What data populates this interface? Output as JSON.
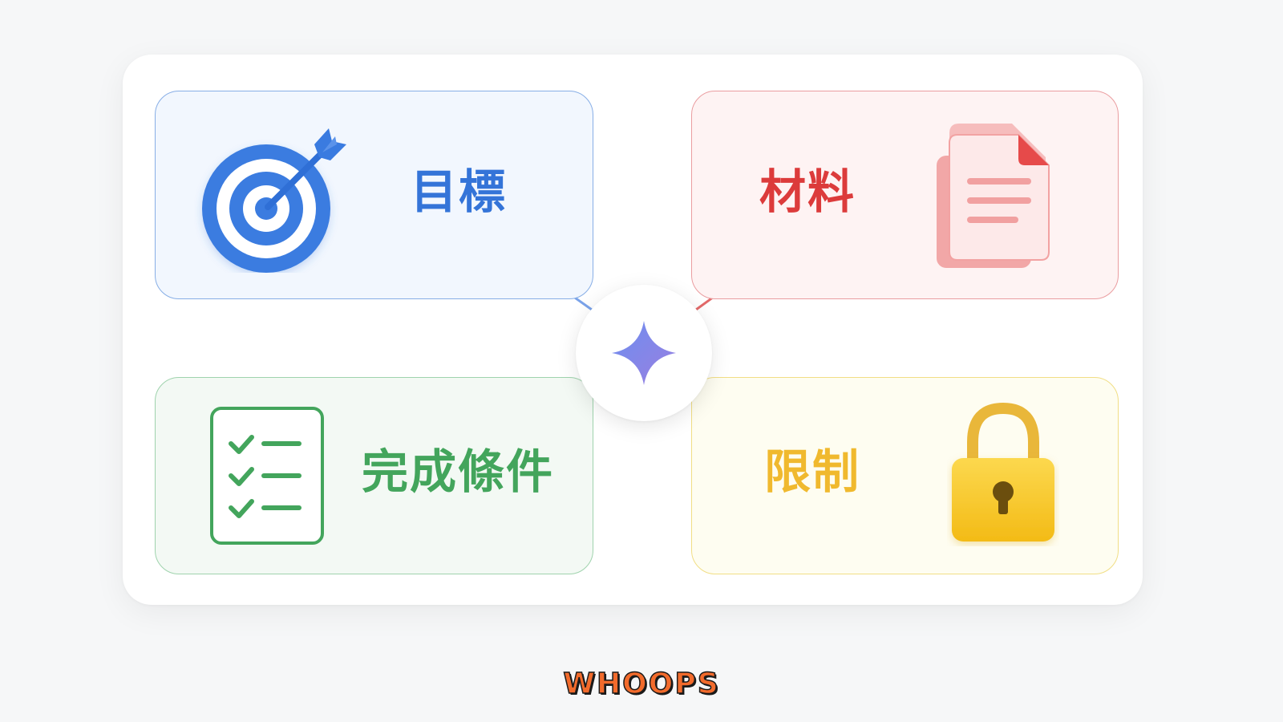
{
  "diagram": {
    "cards": [
      {
        "id": "goal",
        "label": "目標",
        "icon": "target-icon",
        "color": "#3474d8"
      },
      {
        "id": "material",
        "label": "材料",
        "icon": "document-icon",
        "color": "#dc3b3b"
      },
      {
        "id": "completion",
        "label": "完成條件",
        "icon": "checklist-icon",
        "color": "#43a55c"
      },
      {
        "id": "limit",
        "label": "限制",
        "icon": "lock-icon",
        "color": "#f0b92e"
      }
    ],
    "hub": {
      "icon": "sparkle-icon",
      "color": "#7b8de8"
    }
  },
  "watermark": {
    "text": "WHOOPS"
  }
}
